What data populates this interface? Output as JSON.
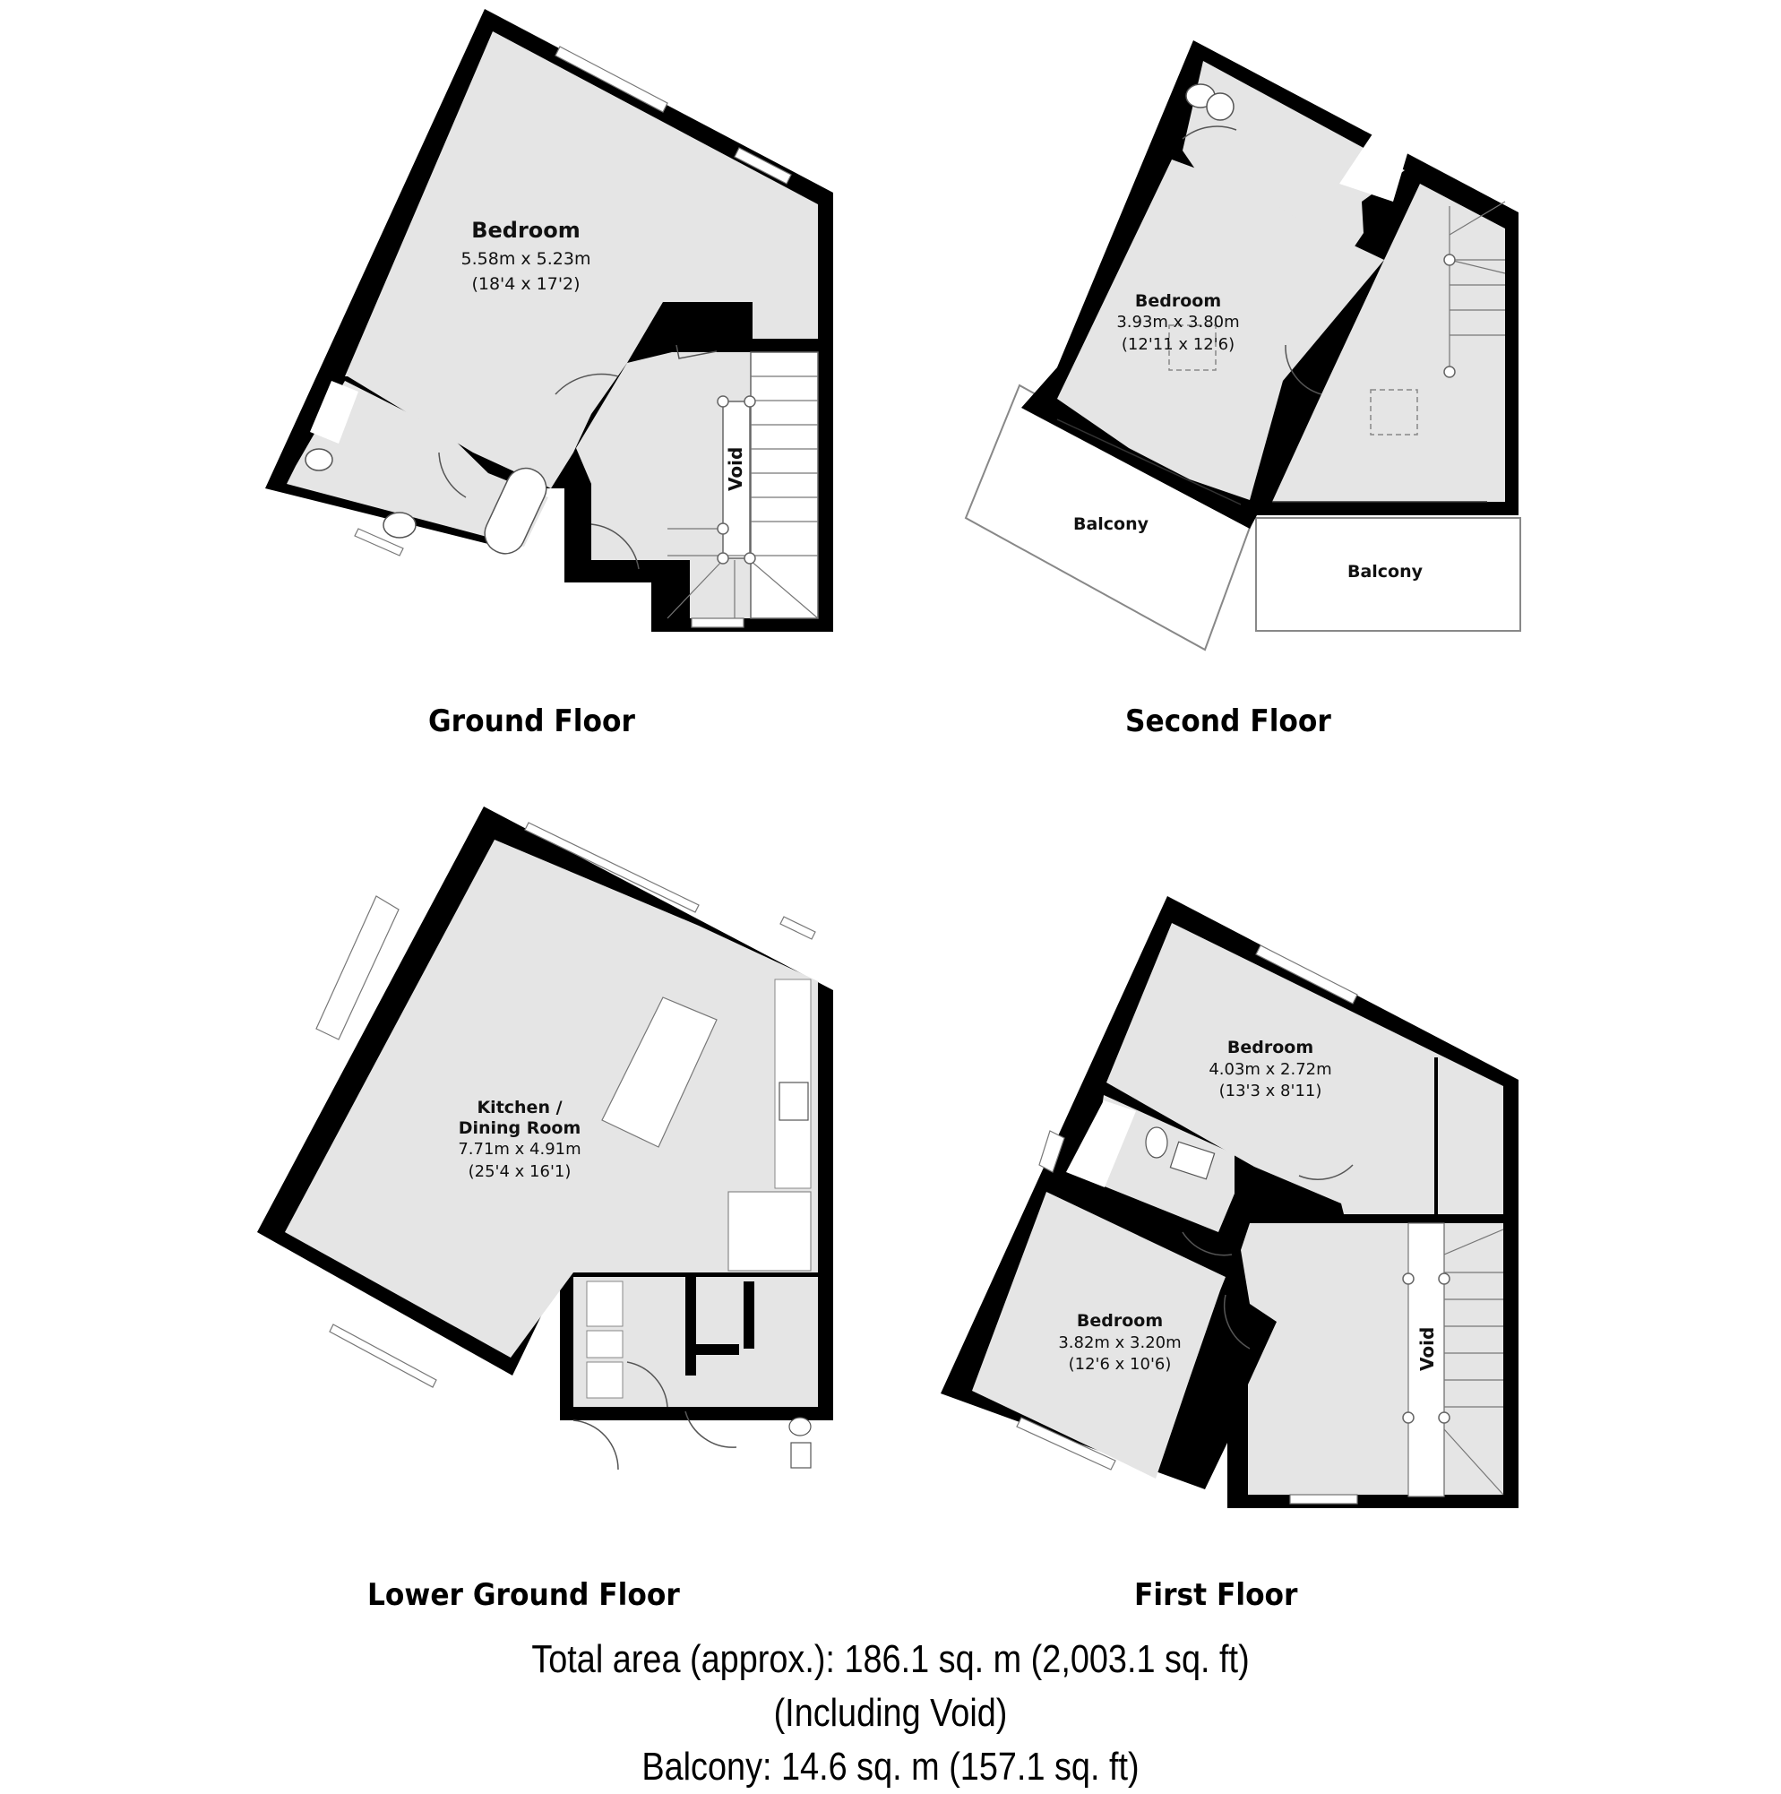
{
  "colors": {
    "wall": "#000000",
    "floor_fill": "#e5e5e5",
    "background": "#ffffff",
    "fixture_fill": "#ffffff",
    "line": "#555555"
  },
  "floors": {
    "ground": {
      "label": "Ground Floor",
      "rooms": [
        {
          "name": "Bedroom",
          "metric": "5.58m x 5.23m",
          "imperial": "(18'4 x 17'2)"
        }
      ],
      "void_label": "Void"
    },
    "second": {
      "label": "Second Floor",
      "rooms": [
        {
          "name": "Bedroom",
          "metric": "3.93m x 3.80m",
          "imperial": "(12'11 x 12'6)"
        }
      ],
      "balconies": [
        "Balcony",
        "Balcony"
      ]
    },
    "lower_ground": {
      "label": "Lower Ground Floor",
      "rooms": [
        {
          "name_line1": "Kitchen /",
          "name_line2": "Dining Room",
          "metric": "7.71m x 4.91m",
          "imperial": "(25'4 x 16'1)"
        }
      ]
    },
    "first": {
      "label": "First Floor",
      "rooms": [
        {
          "name": "Bedroom",
          "metric": "4.03m x 2.72m",
          "imperial": "(13'3 x 8'11)"
        },
        {
          "name": "Bedroom",
          "metric": "3.82m x 3.20m",
          "imperial": "(12'6 x 10'6)"
        }
      ],
      "void_label": "Void"
    }
  },
  "summary": {
    "total_area": "Total area (approx.): 186.1 sq. m (2,003.1 sq. ft)",
    "including": "(Including Void)",
    "balcony": "Balcony: 14.6 sq. m (157.1 sq. ft)"
  }
}
